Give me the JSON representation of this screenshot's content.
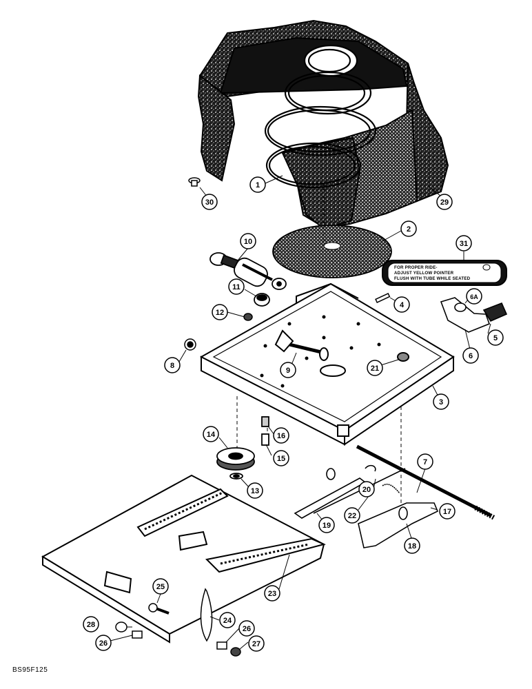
{
  "figure_code": "BS95F125",
  "decal_text": [
    "FOR PROPER RIDE-",
    "ADJUST YELLOW POINTER",
    "FLUSH WITH TUBE WHILE SEATED"
  ],
  "callouts": [
    {
      "id": "c1",
      "label": "1"
    },
    {
      "id": "c2",
      "label": "2"
    },
    {
      "id": "c3",
      "label": "3"
    },
    {
      "id": "c4",
      "label": "4"
    },
    {
      "id": "c5",
      "label": "5"
    },
    {
      "id": "c6",
      "label": "6"
    },
    {
      "id": "c6a",
      "label": "6A"
    },
    {
      "id": "c7",
      "label": "7"
    },
    {
      "id": "c8",
      "label": "8"
    },
    {
      "id": "c9",
      "label": "9"
    },
    {
      "id": "c10",
      "label": "10"
    },
    {
      "id": "c11",
      "label": "11"
    },
    {
      "id": "c12",
      "label": "12"
    },
    {
      "id": "c13",
      "label": "13"
    },
    {
      "id": "c14",
      "label": "14"
    },
    {
      "id": "c15",
      "label": "15"
    },
    {
      "id": "c16",
      "label": "16"
    },
    {
      "id": "c17",
      "label": "17"
    },
    {
      "id": "c18",
      "label": "18"
    },
    {
      "id": "c19",
      "label": "19"
    },
    {
      "id": "c20",
      "label": "20"
    },
    {
      "id": "c21",
      "label": "21"
    },
    {
      "id": "c22",
      "label": "22"
    },
    {
      "id": "c23",
      "label": "23"
    },
    {
      "id": "c24",
      "label": "24"
    },
    {
      "id": "c25",
      "label": "25"
    },
    {
      "id": "c26a",
      "label": "26"
    },
    {
      "id": "c26b",
      "label": "26"
    },
    {
      "id": "c27",
      "label": "27"
    },
    {
      "id": "c28",
      "label": "28"
    },
    {
      "id": "c29",
      "label": "29"
    },
    {
      "id": "c30",
      "label": "30"
    },
    {
      "id": "c31",
      "label": "31"
    }
  ]
}
